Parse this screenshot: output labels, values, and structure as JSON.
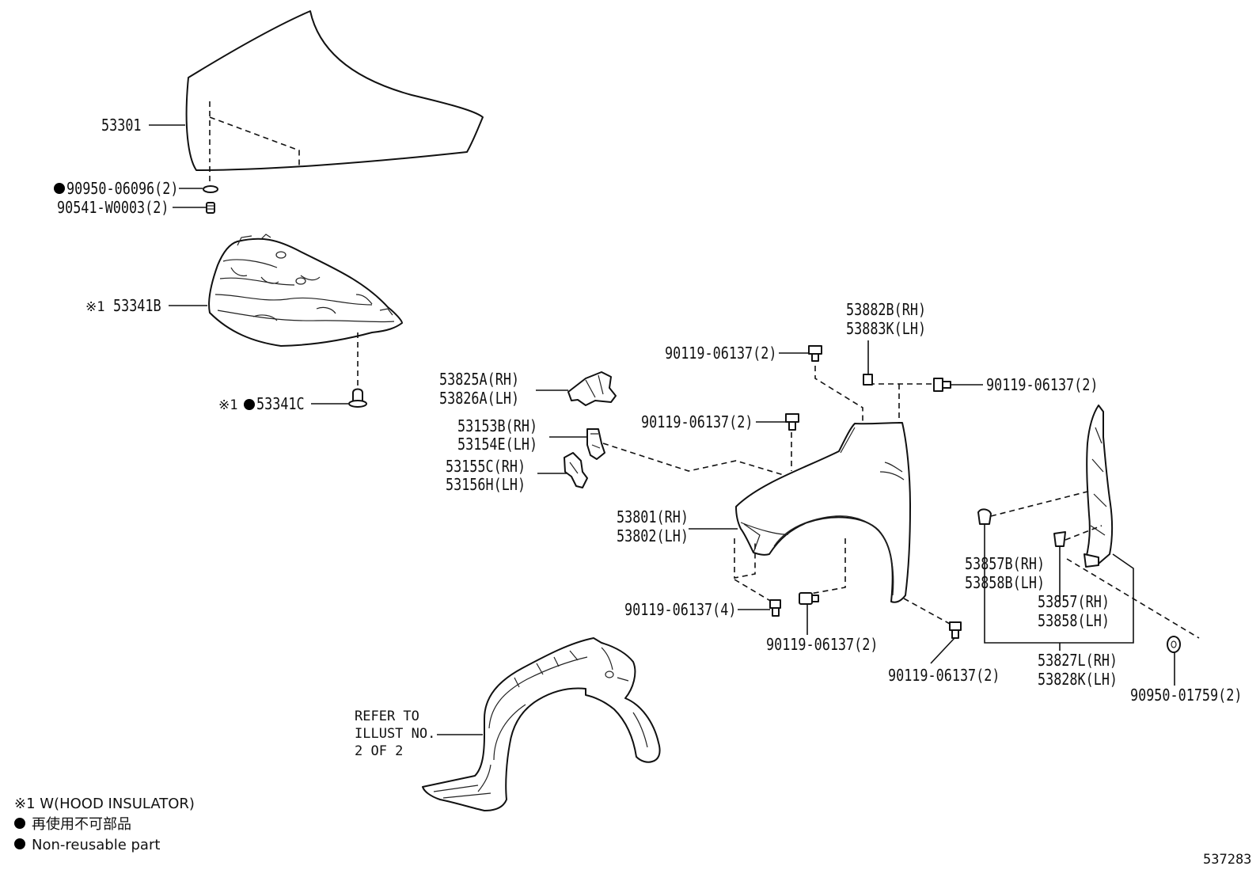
{
  "labels": {
    "hood": "53301",
    "hood_seal": "90950-06096(2)",
    "hood_cushion": "90541-W0003(2)",
    "hood_insulator_mark": "※1",
    "hood_insulator": "53341B",
    "insulator_clip_mark": "※1",
    "insulator_clip": "53341C",
    "bracket_a_rh": "53825A(RH)",
    "bracket_a_lh": "53826A(LH)",
    "bracket_b_rh": "53153B(RH)",
    "bracket_b_lh": "53154E(LH)",
    "bracket_c_rh": "53155C(RH)",
    "bracket_c_lh": "53156H(LH)",
    "fender_rh": "53801(RH)",
    "fender_lh": "53802(LH)",
    "top_seal_rh": "53882B(RH)",
    "top_seal_lh": "53883K(LH)",
    "bolt_top": "90119-06137(2)",
    "bolt_top_right": "90119-06137(2)",
    "bolt_mid": "90119-06137(2)",
    "bolt_lower_left": "90119-06137(4)",
    "bolt_lower_mid": "90119-06137(2)",
    "bolt_lower_right": "90119-06137(2)",
    "pad_b_rh": "53857B(RH)",
    "pad_b_lh": "53858B(LH)",
    "pad_rh": "53857(RH)",
    "pad_lh": "53858(LH)",
    "seal_l_rh": "53827L(RH)",
    "seal_k_lh": "53828K(LH)",
    "clip_right": "90950-01759(2)",
    "refer_line1": "REFER TO",
    "refer_line2": "ILLUST NO.",
    "refer_line3": "2 OF 2",
    "illustration_id": "537283"
  },
  "legend": {
    "note_1": "※1 W(HOOD INSULATOR)",
    "non_reusable_jp": "再使用不可部品",
    "non_reusable_en": "Non-reusable part"
  }
}
